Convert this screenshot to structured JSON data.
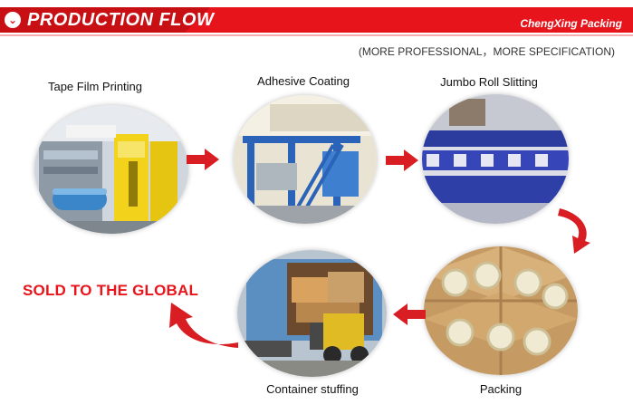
{
  "header": {
    "title": "PRODUCTION FLOW",
    "brand": "ChengXing Packing",
    "icon": "chevron-down-circle-icon",
    "accent": "#e8141b"
  },
  "subtitle": "(MORE PROFESSIONAL，MORE SPECIFICATION)",
  "steps": [
    {
      "label": "Tape Film Printing"
    },
    {
      "label": "Adhesive Coating"
    },
    {
      "label": "Jumbo Roll Slitting"
    },
    {
      "label": "Packing"
    },
    {
      "label": "Container stuffing"
    }
  ],
  "destination": "SOLD TO THE GLOBAL",
  "arrow_icon": "red-arrow-icon"
}
